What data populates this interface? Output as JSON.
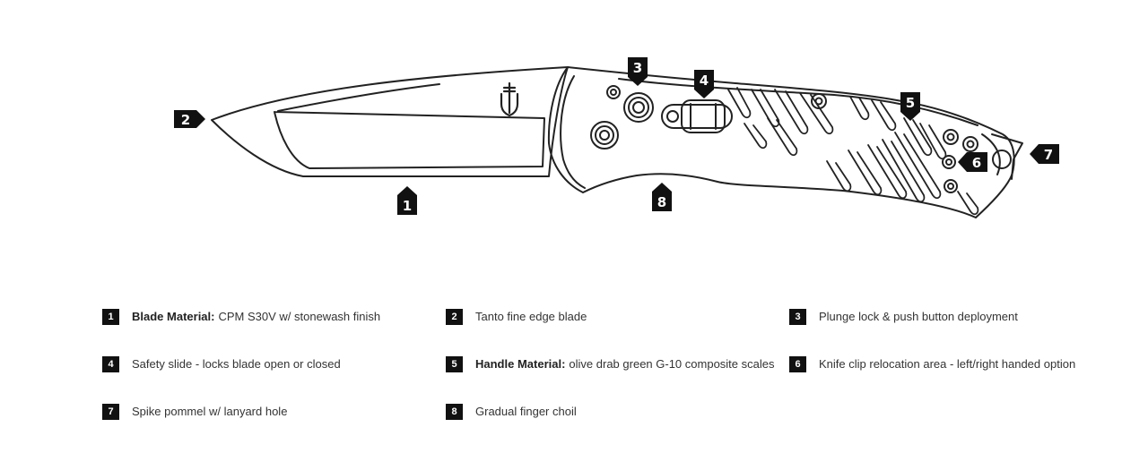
{
  "callouts": {
    "c1": "1",
    "c2": "2",
    "c3": "3",
    "c4": "4",
    "c5": "5",
    "c6": "6",
    "c7": "7",
    "c8": "8"
  },
  "legend": {
    "items": [
      {
        "number": "1",
        "label": "Blade Material:",
        "text": "CPM S30V w/ stonewash finish"
      },
      {
        "number": "2",
        "label": "",
        "text": "Tanto fine edge blade"
      },
      {
        "number": "3",
        "label": "",
        "text": "Plunge lock & push button deployment"
      },
      {
        "number": "4",
        "label": "",
        "text": "Safety slide - locks blade open or closed"
      },
      {
        "number": "5",
        "label": "Handle Material:",
        "text": "olive drab green G-10 composite scales"
      },
      {
        "number": "6",
        "label": "",
        "text": "Knife clip relocation area - left/right handed option"
      },
      {
        "number": "7",
        "label": "",
        "text": "Spike pommel w/ lanyard hole"
      },
      {
        "number": "8",
        "label": "",
        "text": "Gradual finger choil"
      }
    ]
  },
  "colors": {
    "line": "#222222",
    "badge": "#111111",
    "background": "#ffffff"
  },
  "icons": [
    "gerber-logo-icon"
  ]
}
